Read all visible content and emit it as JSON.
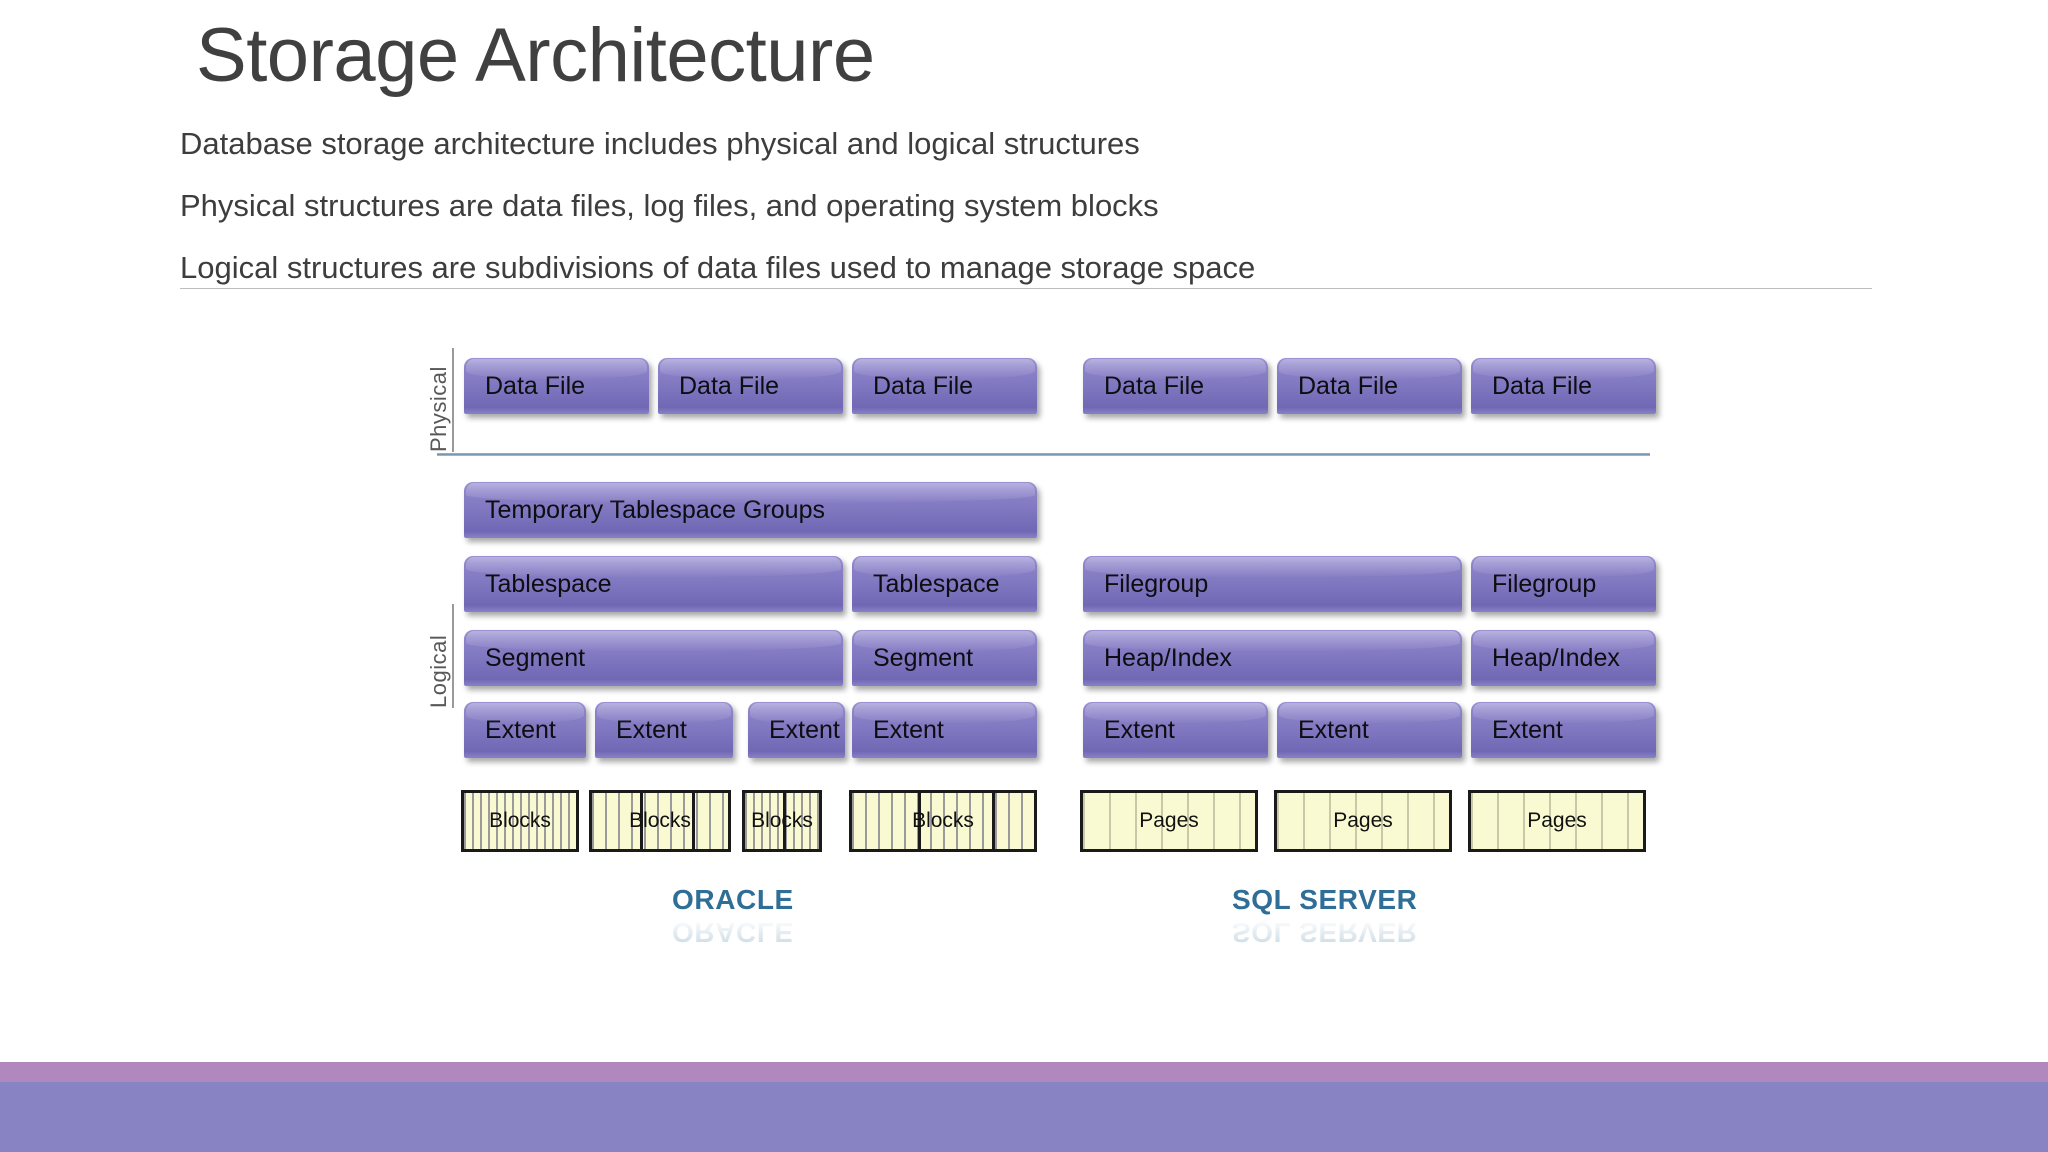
{
  "slide": {
    "title": "Storage Architecture",
    "bullets": [
      "Database storage architecture includes physical and logical structures",
      "Physical structures are data files, log files, and operating system blocks",
      "Logical structures are subdivisions of data files used to manage storage space"
    ]
  },
  "diagram": {
    "side_labels": {
      "physical": "Physical",
      "logical": "Logical"
    },
    "oracle": {
      "brand": "ORACLE",
      "data_files": [
        "Data File",
        "Data File",
        "Data File"
      ],
      "temp_group": "Temporary Tablespace Groups",
      "tablespaces": [
        "Tablespace",
        "Tablespace"
      ],
      "segments": [
        "Segment",
        "Segment"
      ],
      "extents": [
        "Extent",
        "Extent",
        "Extent",
        "Extent"
      ],
      "blocks": [
        "Blocks",
        "Blocks",
        "Blocks",
        "Blocks"
      ]
    },
    "sqlserver": {
      "brand": "SQL SERVER",
      "data_files": [
        "Data File",
        "Data File",
        "Data File"
      ],
      "filegroups": [
        "Filegroup",
        "Filegroup"
      ],
      "heaps": [
        "Heap/Index",
        "Heap/Index"
      ],
      "extents": [
        "Extent",
        "Extent",
        "Extent"
      ],
      "pages": [
        "Pages",
        "Pages",
        "Pages"
      ]
    }
  },
  "colors": {
    "box_purple": "#7e76bf",
    "block_yellow": "#fafad2",
    "brand_blue": "#2f6e96",
    "divider_blue": "#6f8ca8",
    "footer_mauve": "#b088bd",
    "footer_purple": "#8884c4",
    "title_gray": "#404040"
  }
}
